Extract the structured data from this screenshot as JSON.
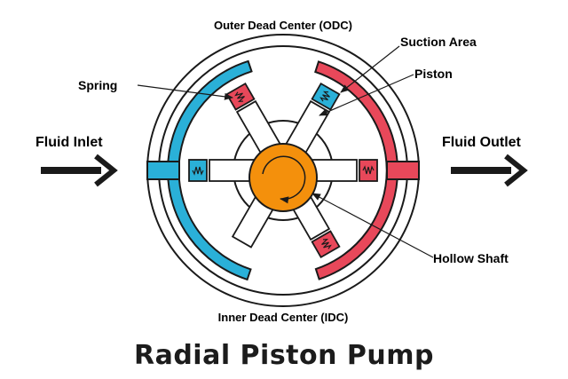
{
  "labels": {
    "odc": "Outer Dead Center (ODC)",
    "idc": "Inner Dead Center (IDC)",
    "suction": "Suction Area",
    "piston": "Piston",
    "spring": "Spring",
    "inlet": "Fluid Inlet",
    "outlet": "Fluid Outlet",
    "shaft": "Hollow Shaft"
  },
  "title": "Radial Piston Pump",
  "colors": {
    "inlet_port": "#2ab0d8",
    "outlet_port": "#e8485a",
    "shaft": "#f4900c",
    "line": "#1a1a1a",
    "piston_head": "#cccccc"
  },
  "icons": [
    "inlet-arrow-icon",
    "outlet-arrow-icon",
    "rotation-arrow-icon",
    "spring-coil-icon"
  ]
}
